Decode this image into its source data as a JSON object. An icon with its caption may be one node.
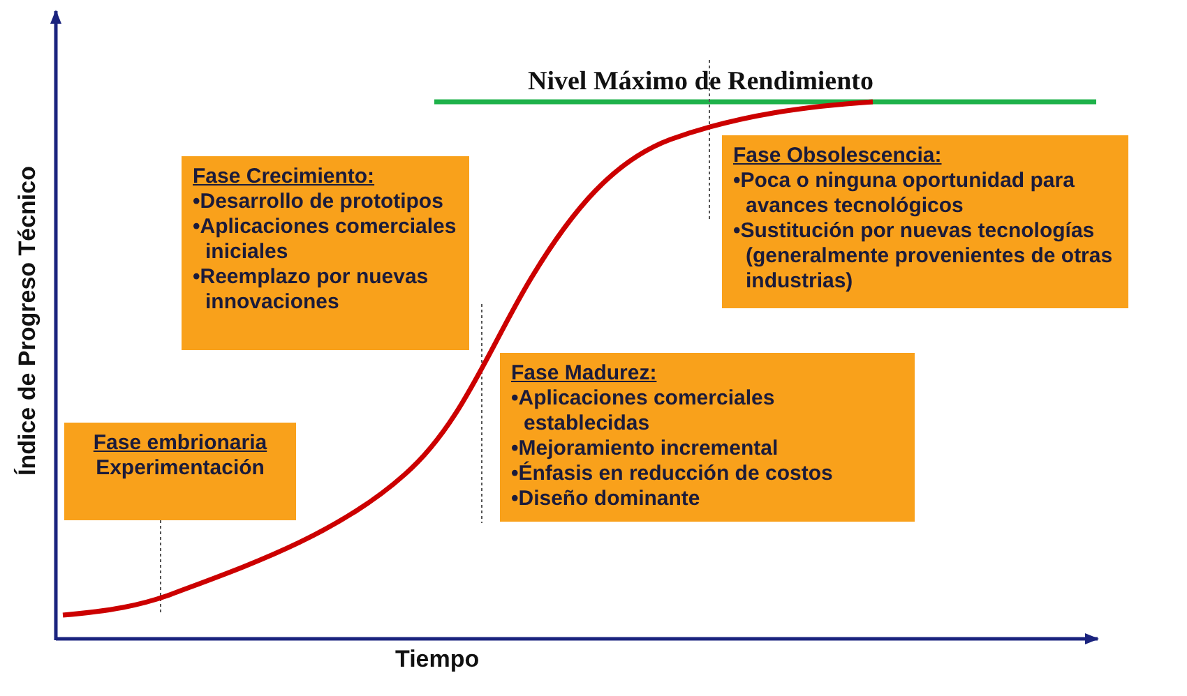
{
  "diagram": {
    "nodes": [
      {
        "text": [
          "Fase embrionaria",
          "Experimentación"
        ]
      },
      {
        "text": [
          "Fase Crecimiento:",
          "•Desarrollo de prototipos",
          "•Aplicaciones comerciales iniciales",
          "•Reemplazo por nuevas innovaciones"
        ]
      },
      {
        "text": [
          "Fase Madurez:",
          "•Aplicaciones comerciales establecidas",
          "•Mejoramiento incremental",
          "•Énfasis en reducción de costos",
          "•Diseño dominante"
        ]
      },
      {
        "text": [
          "Fase Obsolescencia:",
          "•Poca o ninguna oportunidad para avances tecnológicos",
          "•Sustitución por nuevas tecnologías (generalmente provenientes de otras industrias)"
        ]
      }
    ],
    "edges": [],
    "labels": [
      "Nivel Máximo de Rendimiento",
      "Índice de Progreso Técnico",
      "Tiempo"
    ]
  }
}
